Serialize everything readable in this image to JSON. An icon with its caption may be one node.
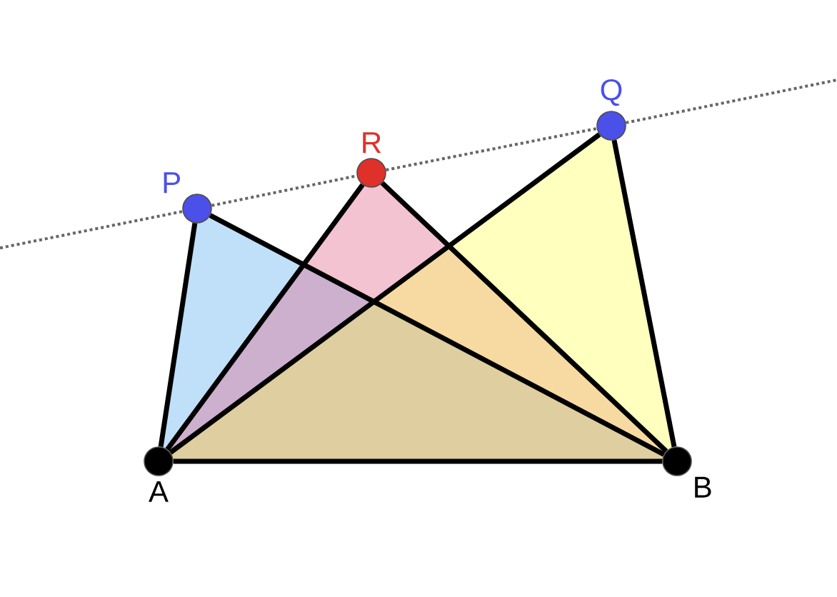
{
  "diagram": {
    "nodes": [
      {
        "text": [
          "P"
        ]
      },
      {
        "text": [
          "R"
        ]
      },
      {
        "text": [
          "Q"
        ]
      },
      {
        "text": [
          "A"
        ]
      },
      {
        "text": [
          "B"
        ]
      }
    ],
    "edges": [
      {
        "from": 3,
        "to": 4,
        "arrow": "none"
      },
      {
        "from": 3,
        "to": 0,
        "arrow": "none"
      },
      {
        "from": 0,
        "to": 4,
        "arrow": "none"
      },
      {
        "from": 3,
        "to": 1,
        "arrow": "none"
      },
      {
        "from": 1,
        "to": 4,
        "arrow": "none"
      },
      {
        "from": 3,
        "to": 2,
        "arrow": "none"
      },
      {
        "from": 2,
        "to": 4,
        "arrow": "none"
      },
      {
        "from": 0,
        "to": 1,
        "arrow": "none",
        "style": "dashed",
        "color": "#666666"
      },
      {
        "from": 1,
        "to": 2,
        "arrow": "none",
        "style": "dashed",
        "color": "#666666"
      }
    ]
  }
}
